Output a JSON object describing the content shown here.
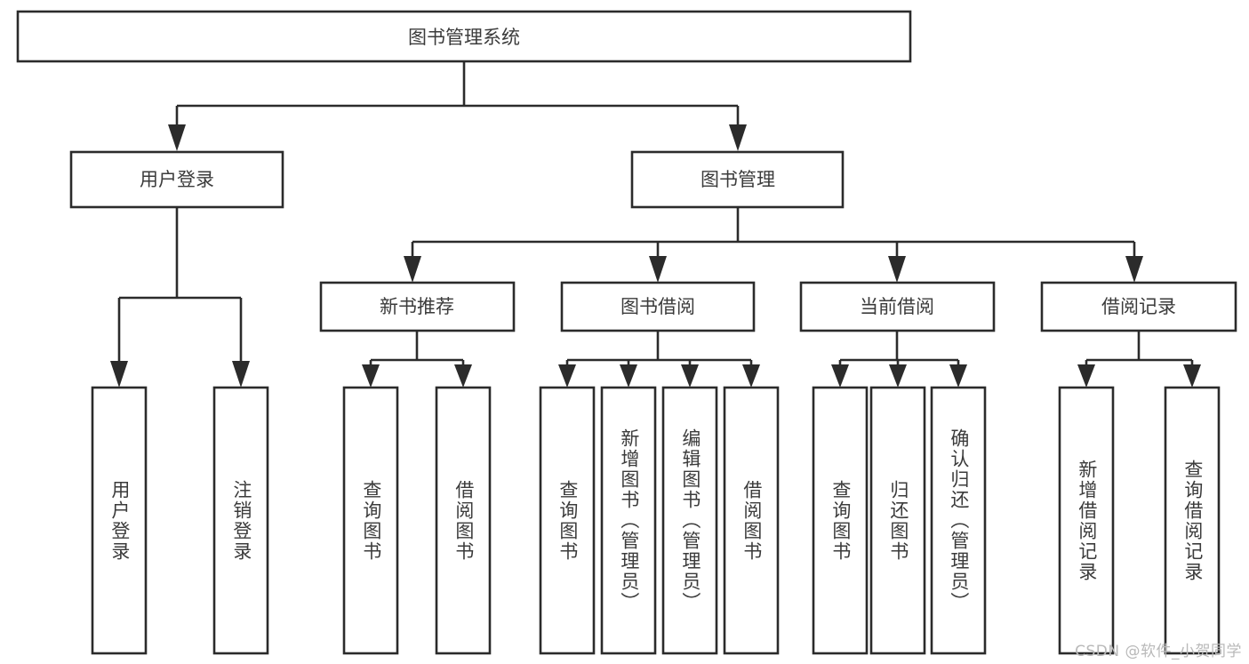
{
  "diagram": {
    "type": "tree-hierarchy-chart",
    "title": "图书管理系统",
    "background_color": "#ffffff",
    "line_color": "#2b2b2b",
    "text_color": "#3b3b3b",
    "root": {
      "id": "root",
      "label": "图书管理系统",
      "orientation": "horizontal"
    },
    "level2": [
      {
        "id": "user-login",
        "label": "用户登录",
        "orientation": "horizontal"
      },
      {
        "id": "book-manage",
        "label": "图书管理",
        "orientation": "horizontal"
      }
    ],
    "level3": [
      {
        "id": "new-book-recommend",
        "label": "新书推荐",
        "parent": "book-manage",
        "orientation": "horizontal"
      },
      {
        "id": "book-borrow",
        "label": "图书借阅",
        "parent": "book-manage",
        "orientation": "horizontal"
      },
      {
        "id": "current-borrow",
        "label": "当前借阅",
        "parent": "book-manage",
        "orientation": "horizontal"
      },
      {
        "id": "borrow-record",
        "label": "借阅记录",
        "parent": "book-manage",
        "orientation": "horizontal"
      }
    ],
    "leaves": [
      {
        "id": "leaf-user-login",
        "label": "用户登录",
        "parent": "user-login",
        "orientation": "vertical"
      },
      {
        "id": "leaf-user-logout",
        "label": "注销登录",
        "parent": "user-login",
        "orientation": "vertical"
      },
      {
        "id": "leaf-query-book-1",
        "label": "查询图书",
        "parent": "new-book-recommend",
        "orientation": "vertical"
      },
      {
        "id": "leaf-borrow-book-1",
        "label": "借阅图书",
        "parent": "new-book-recommend",
        "orientation": "vertical"
      },
      {
        "id": "leaf-query-book-2",
        "label": "查询图书",
        "parent": "book-borrow",
        "orientation": "vertical"
      },
      {
        "id": "leaf-add-book",
        "label": "新增图书（管理员）",
        "parent": "book-borrow",
        "orientation": "vertical"
      },
      {
        "id": "leaf-edit-book",
        "label": "编辑图书（管理员）",
        "parent": "book-borrow",
        "orientation": "vertical"
      },
      {
        "id": "leaf-borrow-book-2",
        "label": "借阅图书",
        "parent": "book-borrow",
        "orientation": "vertical"
      },
      {
        "id": "leaf-query-book-3",
        "label": "查询图书",
        "parent": "current-borrow",
        "orientation": "vertical"
      },
      {
        "id": "leaf-return-book",
        "label": "归还图书",
        "parent": "current-borrow",
        "orientation": "vertical"
      },
      {
        "id": "leaf-confirm-return",
        "label": "确认归还（管理员）",
        "parent": "current-borrow",
        "orientation": "vertical"
      },
      {
        "id": "leaf-add-record",
        "label": "新增借阅记录",
        "parent": "borrow-record",
        "orientation": "vertical"
      },
      {
        "id": "leaf-query-record",
        "label": "查询借阅记录",
        "parent": "borrow-record",
        "orientation": "vertical"
      }
    ]
  },
  "watermark": {
    "text": "CSDN @软件_小贺同学"
  }
}
